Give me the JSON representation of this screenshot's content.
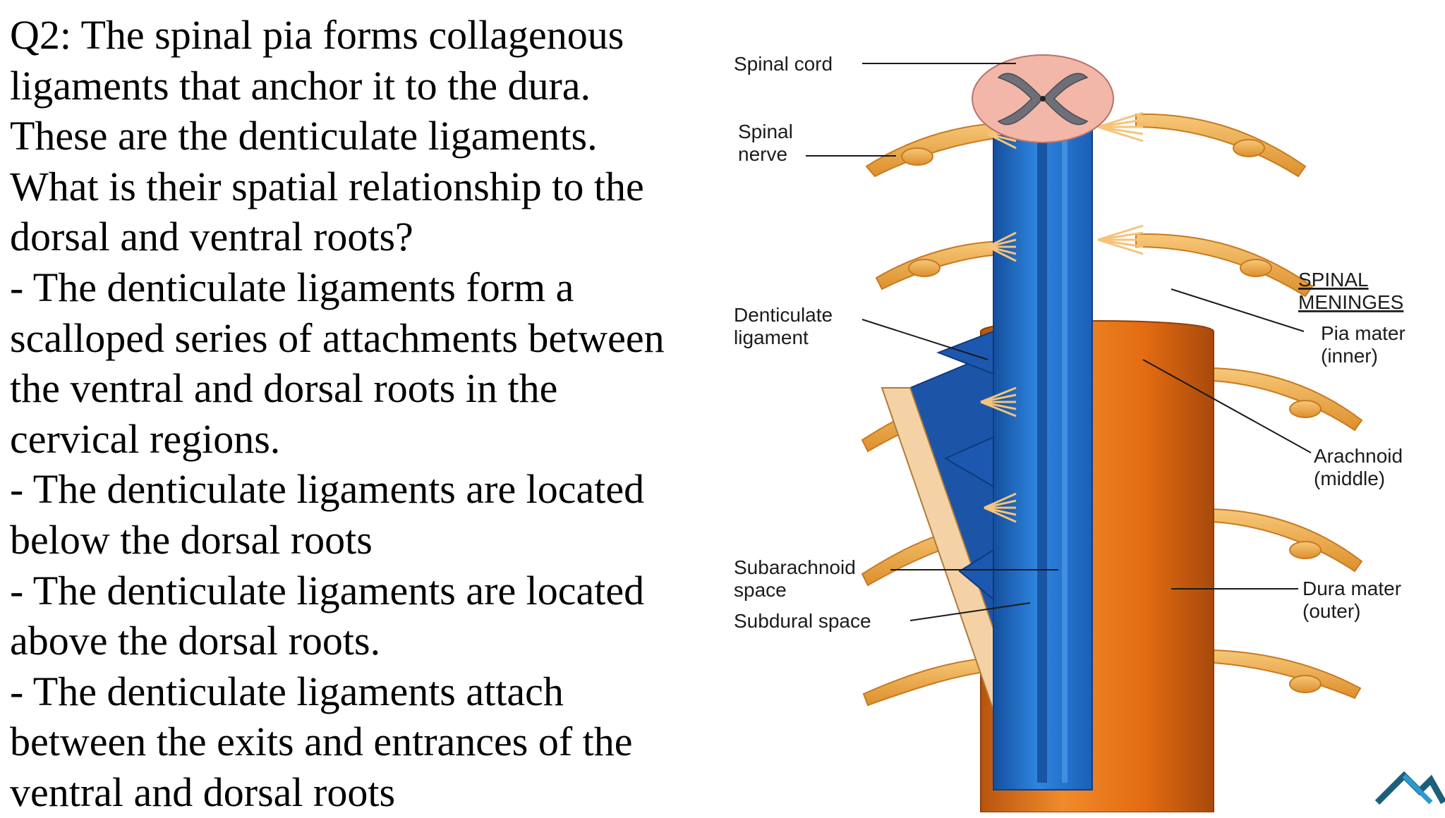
{
  "question": {
    "lines": [
      "Q2: The spinal pia forms collagenous",
      "ligaments that anchor it to the dura.",
      "These are the denticulate ligaments.",
      "What is their spatial relationship to the",
      "dorsal and ventral roots?",
      "- The denticulate ligaments form a",
      "scalloped series of attachments between",
      "the ventral and dorsal roots in the",
      "cervical regions.",
      "- The denticulate ligaments are located",
      "below the dorsal roots",
      "- The denticulate ligaments are located",
      "above the dorsal roots.",
      "- The denticulate ligaments attach",
      "between the exits and entrances of the",
      "ventral and dorsal roots"
    ]
  },
  "diagram": {
    "labels": {
      "spinal_cord": "Spinal cord",
      "spinal_nerve_1": "Spinal",
      "spinal_nerve_2": "nerve",
      "denticulate_1": "Denticulate",
      "denticulate_2": "ligament",
      "subarachnoid_1": "Subarachnoid",
      "subarachnoid_2": "space",
      "subdural": "Subdural space",
      "spinal_meninges_1": "SPINAL",
      "spinal_meninges_2": "MENINGES",
      "pia_1": "Pia mater",
      "pia_2": "(inner)",
      "arachnoid_1": "Arachnoid",
      "arachnoid_2": "(middle)",
      "dura_1": "Dura mater",
      "dura_2": "(outer)"
    },
    "colors": {
      "pia": "#1f6fd0",
      "dura": "#e8761c",
      "nerve": "#f2b04a",
      "cord": "#f2b7a8",
      "grey_matter": "#6e6f78",
      "logo": "#1d5f7a"
    },
    "logo_icon": "mountain-logo-icon"
  }
}
